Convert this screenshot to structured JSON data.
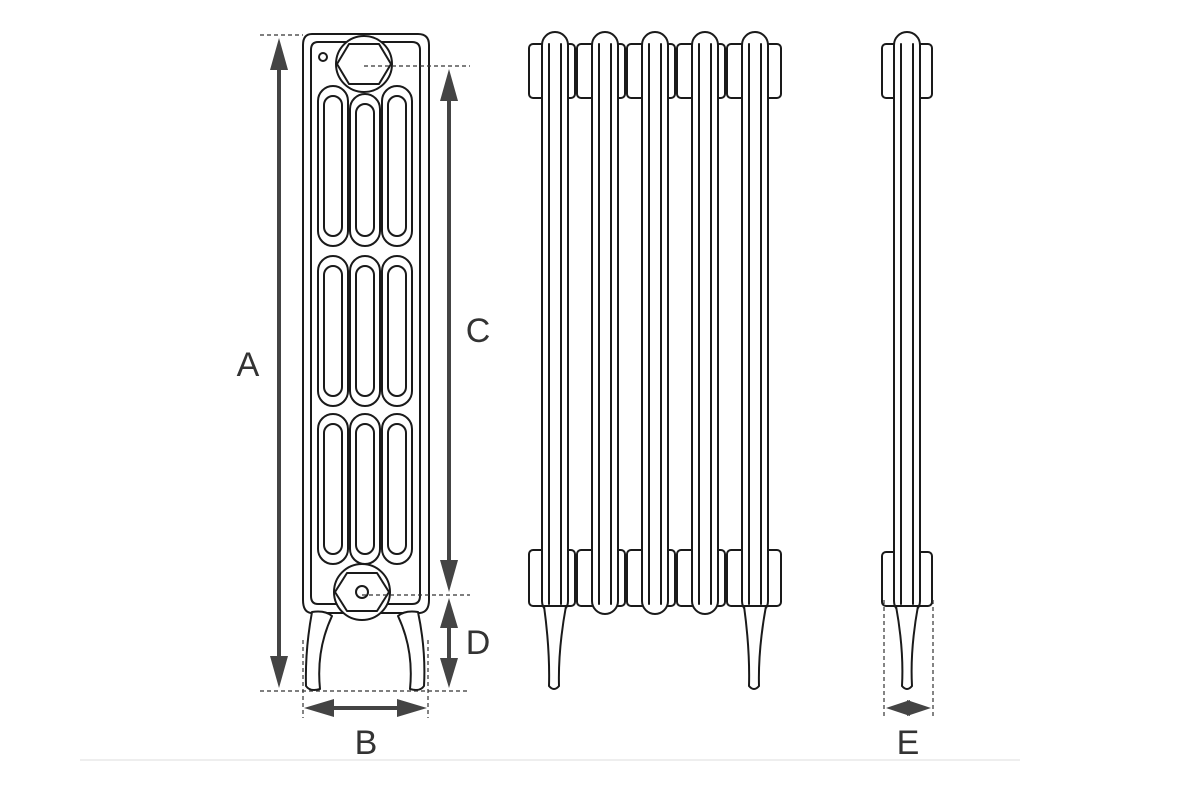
{
  "diagram": {
    "labels": {
      "A": "A",
      "B": "B",
      "C": "C",
      "D": "D",
      "E": "E"
    },
    "colors": {
      "line": "#1a1a1a",
      "dimension": "#444444",
      "background": "#ffffff"
    }
  }
}
